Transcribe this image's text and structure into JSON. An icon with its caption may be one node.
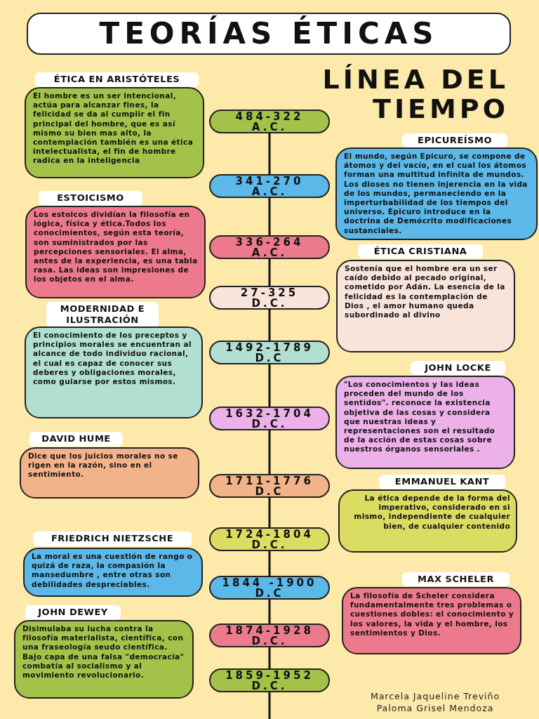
{
  "diagram": {
    "title": "TEORÍAS ÉTICAS",
    "nodes": [
      {
        "text": [
          "ÉTICA EN ARISTÓTELES"
        ]
      },
      {
        "text": [
          "El hombre es un ser intencional, actúa para alcanzar fines, la felicidad se da al cumplir el fin principal del hombre, que es así mismo su bien mas alto, la contemplación también es una ética intelectualista, el fin de hombre radica en la inteligencia"
        ]
      },
      {
        "text": [
          "484-322 A.C."
        ]
      },
      {
        "text": [
          "EPICUREÍSMO"
        ]
      },
      {
        "text": [
          "El mundo, según Epicuro, se compone de átomos y del vacío, en el cual los átomos forman una multitud infinita de mundos. Los dioses no tienen injerencia en la vida de los mundos, permaneciendo en la imperturbabilidad de los tiempos del universo. Epicuro introduce en la doctrina de Demócrito modificaciones sustanciales."
        ]
      },
      {
        "text": [
          "341-270 A.C."
        ]
      },
      {
        "text": [
          "ESTOICISMO"
        ]
      },
      {
        "text": [
          "Los estoicos dividían la filosofía en lógica, física y ética.Todos los conocimientos, según esta teoría, son suministrados por las percepciones sensoriales. El alma, antes de la experiencia, es una tabla rasa. Las ideas son impresiones de los objetos en el alma."
        ]
      },
      {
        "text": [
          "336-264 A.C."
        ]
      },
      {
        "text": [
          "ÉTICA CRISTIANA"
        ]
      },
      {
        "text": [
          "Sostenía que el hombre era un ser caído debido al pecado original, cometido por Adán. La esencia de la felicidad es la contemplación de Dios , el amor humano queda subordinado al divino"
        ]
      },
      {
        "text": [
          "27-325 D.C."
        ]
      },
      {
        "text": [
          "MODERNIDAD E ILUSTRACIÓN"
        ]
      },
      {
        "text": [
          "El conocimiento de los preceptos y principios morales se encuentran al alcance de todo individuo racional, el cual es capaz de conocer sus deberes y obligaciones morales, como guiarse por estos mismos."
        ]
      },
      {
        "text": [
          "1492-1789 D.C"
        ]
      },
      {
        "text": [
          "JOHN LOCKE"
        ]
      },
      {
        "text": [
          "\"Los conocimientos y las ideas proceden del mundo de los sentidos\". reconoce la existencia objetiva de las cosas y considera que nuestras ideas y representaciones son el resultado de la acción de estas cosas sobre nuestros órganos sensoriales ."
        ]
      },
      {
        "text": [
          "1632-1704 D.C."
        ]
      },
      {
        "text": [
          "DAVID HUME"
        ]
      },
      {
        "text": [
          "Dice que los juicios morales no se rigen en la razón, sino en el sentimiento."
        ]
      },
      {
        "text": [
          "1711-1776 D.C"
        ]
      },
      {
        "text": [
          "EMMANUEL KANT"
        ]
      },
      {
        "text": [
          "La ética depende de la forma del imperativo, considerado en si mismo, independiente de cualquier bien, de cualquier contenido"
        ]
      },
      {
        "text": [
          "1724-1804 D.C."
        ]
      },
      {
        "text": [
          "FRIEDRICH NIETZSCHE"
        ]
      },
      {
        "text": [
          "La moral es una cuestión de rango o quizá de raza, la compasión la mansedumbre , entre otras son debilidades despreciables."
        ]
      },
      {
        "text": [
          "MAX SCHELER"
        ]
      },
      {
        "text": [
          "La filosofía de Scheler considera fundamentalmente tres problemas o cuestiones dobles: el conocimiento y los valores, la vida y el hombre, los sentimientos y Dios."
        ]
      },
      {
        "text": [
          "1844 -1900 D.C"
        ]
      },
      {
        "text": [
          "JOHN DEWEY"
        ]
      },
      {
        "text": [
          "Disimulaba su lucha contra la filosofía materialista, científica, con una fraseología seudo científica. Bajo capa de una falsa \"democracia\" combatía al socialismo y al movimiento revolucionario."
        ]
      },
      {
        "text": [
          "1874-1928 D.C."
        ]
      },
      {
        "text": [
          "1859-1952 D.C."
        ]
      }
    ],
    "edges": [
      {
        "from": 2,
        "to": 5,
        "arrow": "none"
      },
      {
        "from": 5,
        "to": 8,
        "arrow": "none"
      },
      {
        "from": 8,
        "to": 11,
        "arrow": "none"
      },
      {
        "from": 11,
        "to": 14,
        "arrow": "none"
      },
      {
        "from": 14,
        "to": 17,
        "arrow": "none"
      },
      {
        "from": 17,
        "to": 20,
        "arrow": "none"
      },
      {
        "from": 20,
        "to": 23,
        "arrow": "none"
      },
      {
        "from": 23,
        "to": 28,
        "arrow": "none"
      },
      {
        "from": 28,
        "to": 31,
        "arrow": "none"
      },
      {
        "from": 31,
        "to": 32,
        "arrow": "none"
      },
      {
        "from": 32,
        "to": null,
        "arrow": "none"
      }
    ],
    "labels": [
      "LÍNEA DEL TIEMPO",
      "Marcela Jaqueline Treviño",
      "Paloma Grisel Mendoza"
    ]
  }
}
